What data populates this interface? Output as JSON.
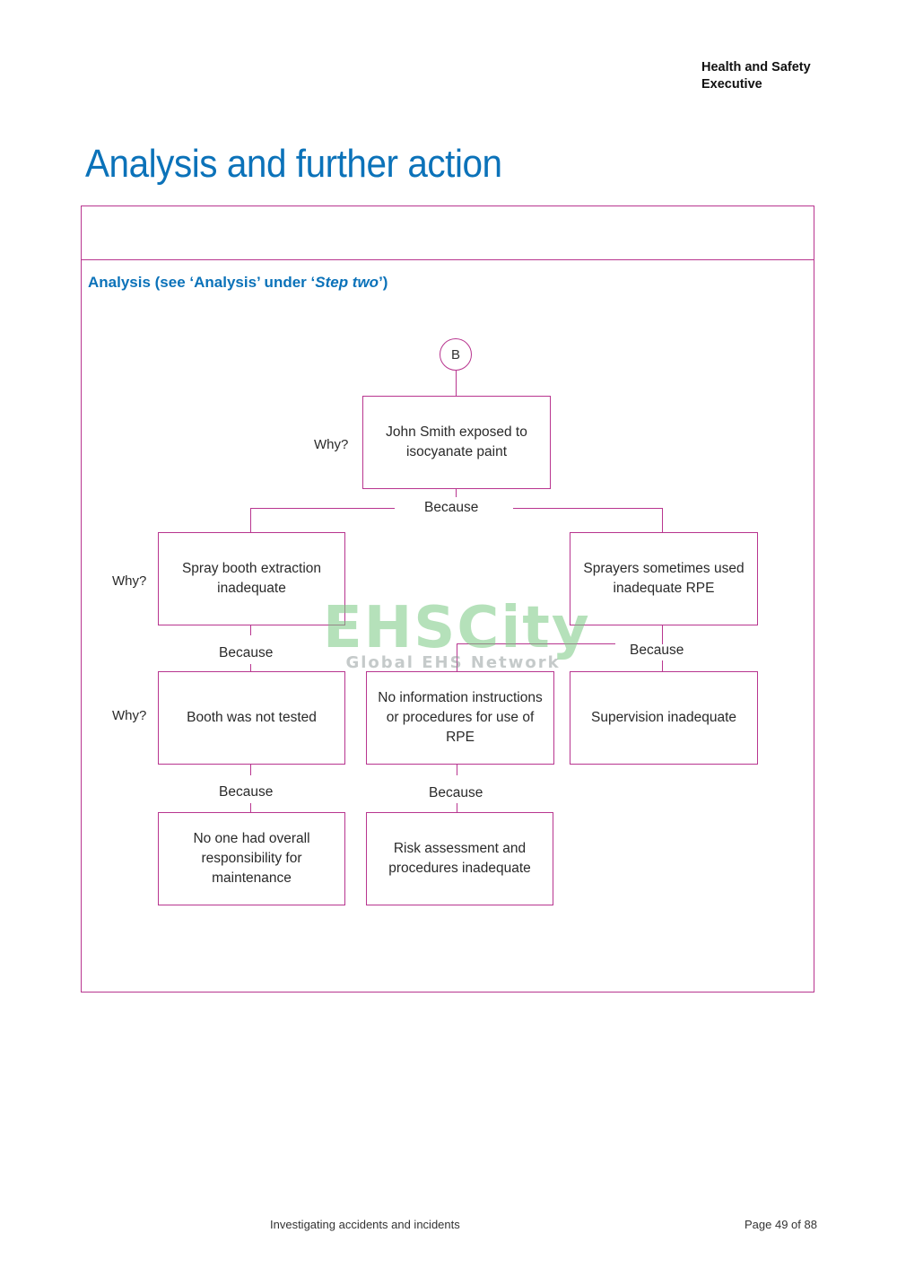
{
  "header": {
    "org_line1": "Health and Safety",
    "org_line2": "Executive"
  },
  "page_title": "Analysis and further action",
  "section": {
    "prefix": "Analysis (see ‘Analysis’ under ‘",
    "italic": "Step two",
    "suffix": "’)"
  },
  "diagram": {
    "start_node": "B",
    "why_label": "Why?",
    "because_label": "Because",
    "root": "John Smith exposed to isocyanate paint",
    "level1": [
      "Spray booth extraction inadequate",
      "Sprayers sometimes used inadequate RPE"
    ],
    "level2": [
      "Booth was not tested",
      "No information instructions or procedures for use of RPE",
      "Supervision inadequate"
    ],
    "level3": [
      "No one had overall responsibility for maintenance",
      "Risk assessment and procedures inadequate"
    ]
  },
  "watermark": {
    "main": "EHSCity",
    "sub": "Global EHS Network"
  },
  "footer": {
    "doc_title": "Investigating accidents and incidents",
    "page": "Page 49 of 88"
  },
  "colors": {
    "accent_blue": "#0b72b9",
    "line_magenta": "#b8358f"
  }
}
